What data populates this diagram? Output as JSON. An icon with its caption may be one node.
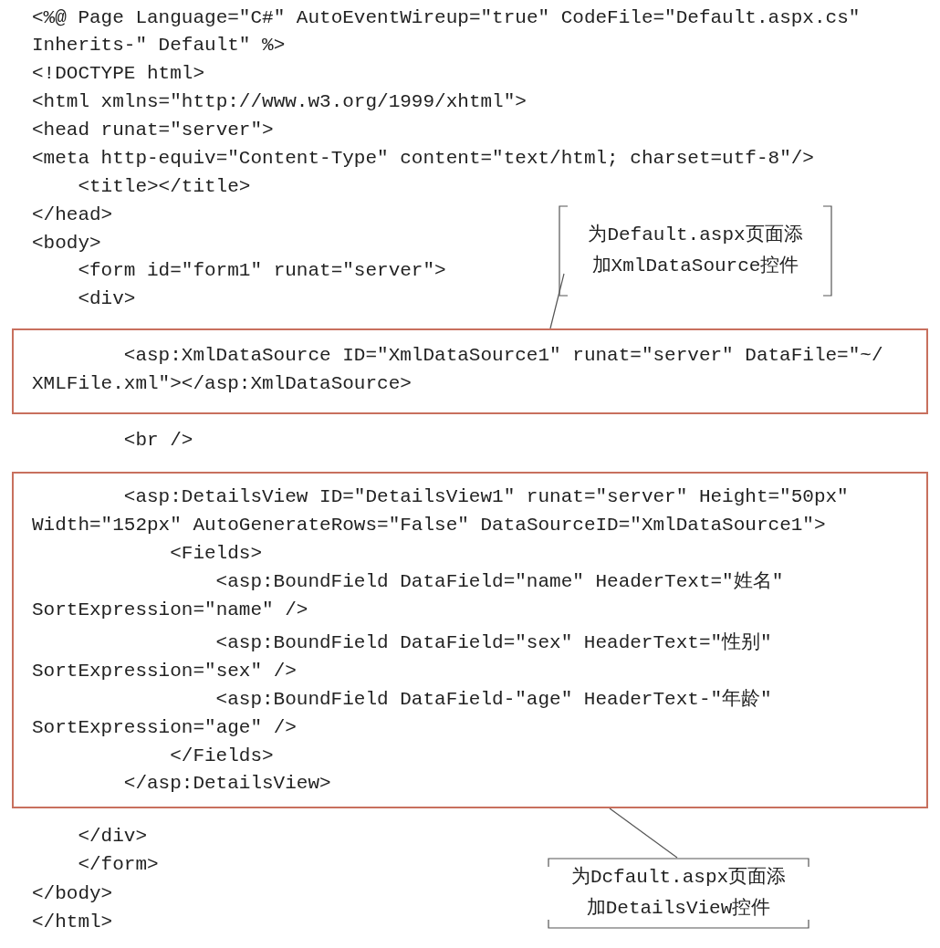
{
  "diagram": {
    "nodes": [
      {
        "text": [
          "为Default.aspx页面添加XmlDataSource控件"
        ]
      },
      {
        "text": [
          "<asp:XmlDataSource ID=\"XmlDataSource1\" runat=\"server\" DataFile=\"~/",
          "XMLFile.xml\"></asp:XmlDataSource>"
        ]
      },
      {
        "text": [
          "<asp:DetailsView ID=\"DetailsView1\" runat=\"server\" Height=\"50px\"",
          "Width=\"152px\" AutoGenerateRows=\"False\" DataSourceID=\"XmlDataSource1\">",
          "<Fields>",
          "<asp:BoundField DataField=\"name\" HeaderText=\"姓名\"",
          "SortExpression=\"name\" />",
          "<asp:BoundField DataField=\"sex\" HeaderText=\"性别\"",
          "SortExpression=\"sex\" />",
          "<asp:BoundField DataField-\"age\" HeaderText-\"年龄\"",
          "SortExpression=\"age\" />",
          "</Fields>",
          "</asp:DetailsView>"
        ]
      },
      {
        "text": [
          "为Dcfault.aspx页面添加DetailsView控件"
        ]
      }
    ],
    "edges": [
      {
        "from": 0,
        "to": 1,
        "arrow": "none"
      },
      {
        "from": 3,
        "to": 2,
        "arrow": "none"
      }
    ],
    "labels": [
      "<%@ Page Language=\"C#\" AutoEventWireup=\"true\" CodeFile=\"Default.aspx.cs\"",
      "Inherits-\" Default\" %>",
      "<!DOCTYPE html>",
      "<html xmlns=\"http://www.w3.org/1999/xhtml\">",
      "<head runat=\"server\">",
      "<meta http-equiv=\"Content-Type\" content=\"text/html; charset=utf-8\"/>",
      "<title></title>",
      "</head>",
      "<body>",
      "<form id=\"form1\" runat=\"server\">",
      "<div>",
      "<br />",
      "</div>",
      "</form>",
      "</body>",
      "</html>"
    ]
  }
}
